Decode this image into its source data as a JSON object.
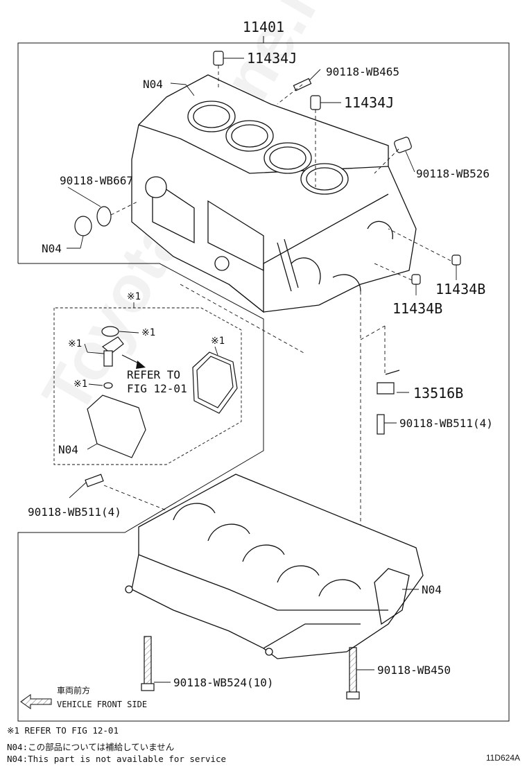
{
  "assembly_number": "11401",
  "callouts": {
    "plug_top_left": "11434J",
    "stud_top": "90118-WB465",
    "plug_top_right": "11434J",
    "nozzle_right": "90118-WB526",
    "plug_bolt_left": "90118-WB667",
    "label_block_top": "N04",
    "label_plug_left": "N04",
    "pin_right_1": "11434B",
    "pin_right_2": "11434B",
    "oil_jet": "13516B",
    "jet_bolt": "90118-WB511(4)",
    "cover_bolt": "90118-WB511(4)",
    "label_lower_case": "N04",
    "long_bolt": "90118-WB524(10)",
    "bolt_bottom_right": "90118-WB450",
    "label_oil_cover": "N04"
  },
  "inset": {
    "marker": "※1",
    "seal_mark": "※1",
    "elbow_mark": "※1",
    "gasket_mark": "※1",
    "oring_mark": "※1",
    "refer_line1": "REFER TO",
    "refer_line2": "FIG 12-01"
  },
  "direction": {
    "jp": "車両前方",
    "en": "VEHICLE FRONT SIDE"
  },
  "footnotes": [
    "※1  REFER TO FIG 12-01",
    "N04:この部品については補給していません",
    "N04:This part is not available for service"
  ],
  "figure_code": "11D624A",
  "watermark": "ToyotaCarline.ru"
}
